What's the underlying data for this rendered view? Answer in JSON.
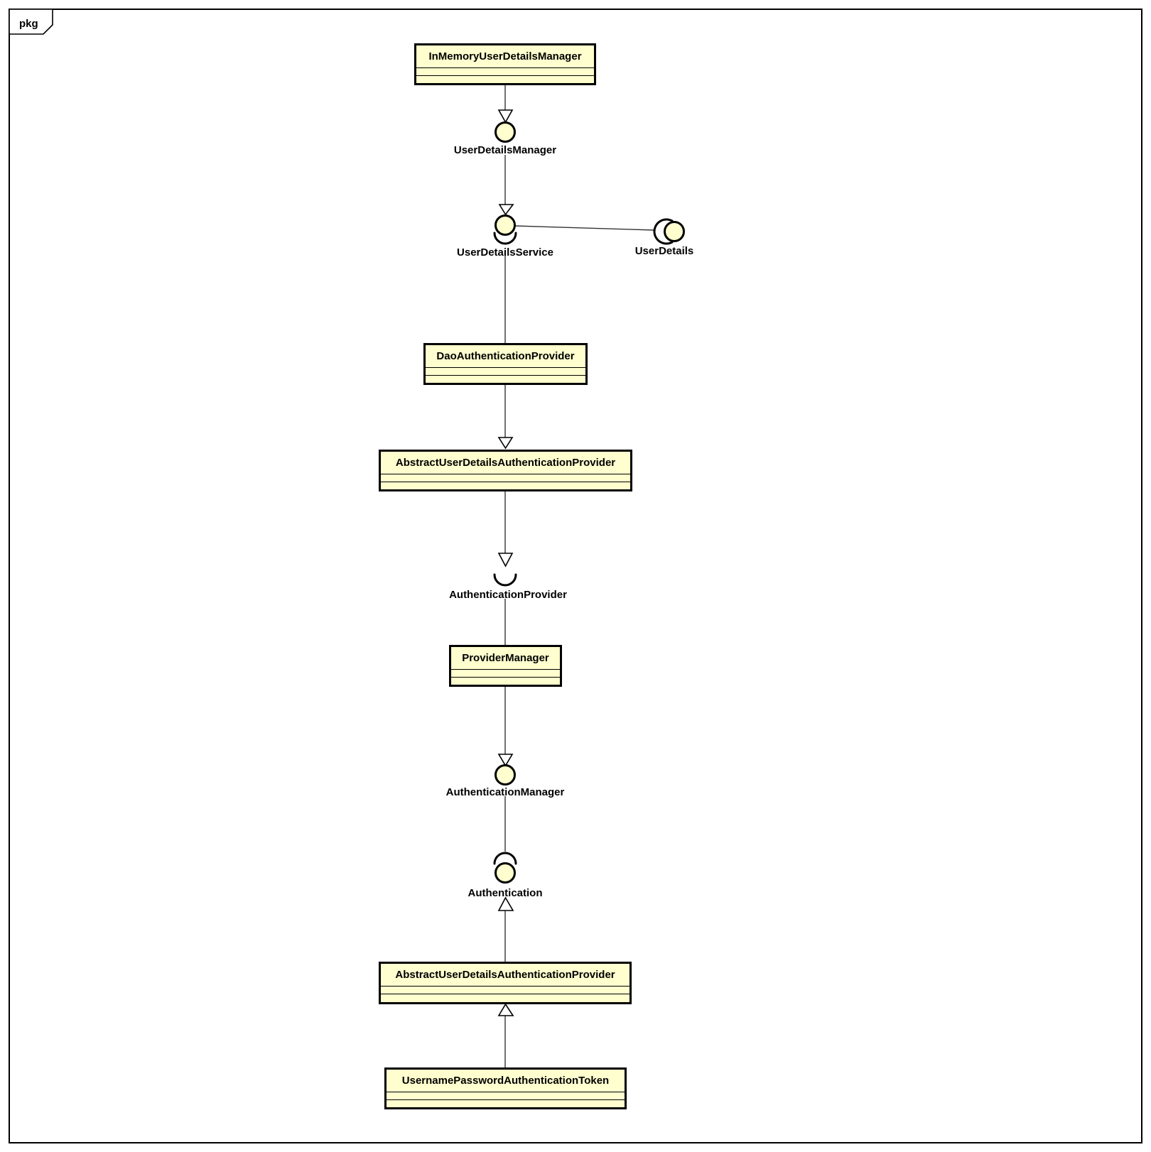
{
  "diagram": {
    "type": "uml-package-diagram",
    "frame_tag": "pkg"
  },
  "colors": {
    "node_fill": "#FEFECE",
    "border": "#000000",
    "edge": "#333333",
    "background": "#ffffff"
  },
  "classes": [
    {
      "label": "InMemoryUserDetailsManager"
    },
    {
      "label": "DaoAuthenticationProvider"
    },
    {
      "label": "AbstractUserDetailsAuthenticationProvider"
    },
    {
      "label": "ProviderManager"
    },
    {
      "label": "AbstractUserDetailsAuthenticationProvider"
    },
    {
      "label": "UsernamePasswordAuthenticationToken"
    }
  ],
  "interfaces": [
    {
      "label": "UserDetailsManager",
      "notation": "ball"
    },
    {
      "label": "UserDetailsService",
      "notation": "ball-with-socket-below"
    },
    {
      "label": "UserDetails",
      "notation": "socket-left-of-ball"
    },
    {
      "label": "AuthenticationProvider",
      "notation": "socket"
    },
    {
      "label": "AuthenticationManager",
      "notation": "ball"
    },
    {
      "label": "Authentication",
      "notation": "ball-with-socket-above"
    }
  ],
  "edges": [
    {
      "from": "InMemoryUserDetailsManager",
      "to": "UserDetailsManager",
      "arrow": "hollow-triangle-down"
    },
    {
      "from": "UserDetailsManager",
      "to": "UserDetailsService",
      "arrow": "hollow-triangle-down"
    },
    {
      "from": "UserDetailsService",
      "to": "UserDetails",
      "arrow": "plain-association"
    },
    {
      "from": "UserDetailsService",
      "to": "DaoAuthenticationProvider",
      "arrow": "plain"
    },
    {
      "from": "DaoAuthenticationProvider",
      "to": "AbstractUserDetailsAuthenticationProvider",
      "arrow": "hollow-triangle-down"
    },
    {
      "from": "AbstractUserDetailsAuthenticationProvider",
      "to": "AuthenticationProvider",
      "arrow": "hollow-triangle-down"
    },
    {
      "from": "AuthenticationProvider",
      "to": "ProviderManager",
      "arrow": "plain"
    },
    {
      "from": "ProviderManager",
      "to": "AuthenticationManager",
      "arrow": "hollow-triangle-down"
    },
    {
      "from": "AuthenticationManager",
      "to": "Authentication",
      "arrow": "plain"
    },
    {
      "from": "AbstractUserDetailsAuthenticationProvider",
      "to": "Authentication",
      "arrow": "hollow-triangle-up"
    },
    {
      "from": "UsernamePasswordAuthenticationToken",
      "to": "AbstractUserDetailsAuthenticationProvider",
      "arrow": "hollow-triangle-up"
    }
  ]
}
